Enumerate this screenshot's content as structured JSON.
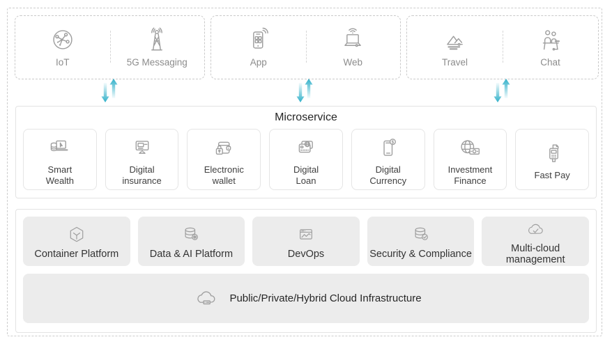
{
  "channels": {
    "groups": [
      {
        "items": [
          {
            "label": "IoT",
            "icon": "iot-icon"
          },
          {
            "label": "5G Messaging",
            "icon": "signal-tower-icon"
          }
        ]
      },
      {
        "items": [
          {
            "label": "App",
            "icon": "smartphone-icon"
          },
          {
            "label": "Web",
            "icon": "laptop-wifi-icon"
          }
        ]
      },
      {
        "items": [
          {
            "label": "Travel",
            "icon": "mountains-icon"
          },
          {
            "label": "Chat",
            "icon": "service-desk-icon"
          }
        ]
      }
    ]
  },
  "microservice": {
    "title": "Microservice",
    "services": [
      {
        "lines": [
          "Smart",
          "Wealth"
        ],
        "icon": "laptop-coins-icon"
      },
      {
        "lines": [
          "Digital",
          "insurance"
        ],
        "icon": "monitor-card-icon"
      },
      {
        "lines": [
          "Electronic",
          "wallet"
        ],
        "icon": "wallet-lock-icon"
      },
      {
        "lines": [
          "Digital",
          "Loan"
        ],
        "icon": "bank-cards-icon"
      },
      {
        "lines": [
          "Digital",
          "Currency"
        ],
        "icon": "phone-dollar-icon"
      },
      {
        "lines": [
          "Investment",
          "Finance"
        ],
        "icon": "globe-banknote-icon"
      },
      {
        "lines": [
          "Fast Pay"
        ],
        "icon": "pos-terminal-icon"
      }
    ]
  },
  "platform": {
    "items": [
      {
        "lines": [
          "Container Platform"
        ],
        "icon": "hexagon-container-icon"
      },
      {
        "lines": [
          "Data & AI Platform"
        ],
        "icon": "database-asterisk-icon"
      },
      {
        "lines": [
          "DevOps"
        ],
        "icon": "window-chart-icon"
      },
      {
        "lines": [
          "Security & Compliance"
        ],
        "icon": "database-check-icon"
      },
      {
        "lines": [
          "Multi-cloud",
          "management"
        ],
        "icon": "cloud-check-icon"
      }
    ],
    "infrastructure": {
      "label": "Public/Private/Hybrid Cloud Infrastructure",
      "icon": "cloud-server-icon"
    }
  },
  "colors": {
    "arrow_teal": "#2fb0c9",
    "dashed_border": "#cccccc",
    "solid_border": "#e3e3e3",
    "card_fill": "#ececec",
    "icon_stroke": "#9e9e9e",
    "channel_label": "#8c8c8c",
    "text_dark": "#262626"
  }
}
